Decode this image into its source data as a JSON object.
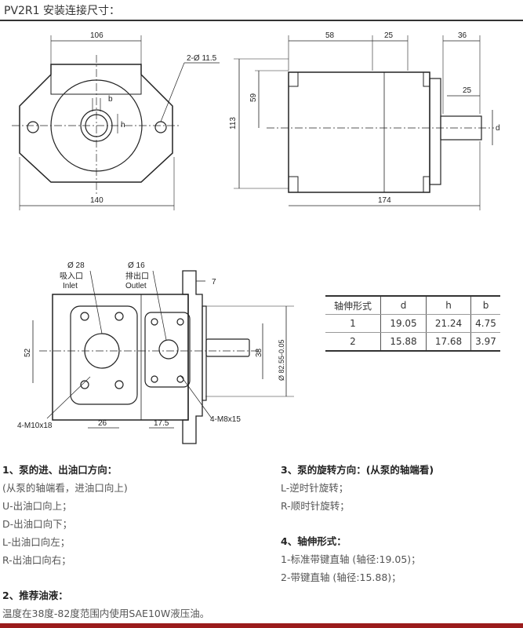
{
  "title": "PV2R1 安装连接尺寸：",
  "front_view": {
    "dim_width_top": "106",
    "dim_width_bottom": "140",
    "holes": "2-Ø 11.5",
    "key_b": "b",
    "key_h": "h"
  },
  "side_view": {
    "dim_58": "58",
    "dim_25": "25",
    "dim_36": "36",
    "dim_59": "59",
    "dim_113": "113",
    "dim_174": "174",
    "dim_shaft_25": "25",
    "dim_d": "d"
  },
  "port_view": {
    "inlet_dia": "Ø 28",
    "inlet_cn": "吸入口",
    "inlet_en": "Inlet",
    "outlet_dia": "Ø 16",
    "outlet_cn": "排出口",
    "outlet_en": "Outlet",
    "dim_7": "7",
    "dim_52": "52",
    "dim_38": "38",
    "dim_pilot": "Ø 82.55-0.05",
    "inlet_thread": "4-M10x18",
    "outlet_thread": "4-M8x15",
    "dim_26": "26",
    "dim_17_5": "17.5"
  },
  "shaft_table": {
    "headers": [
      "轴伸形式",
      "d",
      "h",
      "b"
    ],
    "rows": [
      [
        "1",
        "19.05",
        "21.24",
        "4.75"
      ],
      [
        "2",
        "15.88",
        "17.68",
        "3.97"
      ]
    ]
  },
  "notes": {
    "s1_title": "1、泵的进、出油口方向：",
    "s1_lines": [
      "(从泵的轴端看，进油口向上)",
      "U-出油口向上；",
      "D-出油口向下；",
      "L-出油口向左；",
      "R-出油口向右；"
    ],
    "s2_title": "2、推荐油液：",
    "s2_text": "温度在38度-82度范围内使用SAE10W液压油。",
    "s3_title": "3、泵的旋转方向：(从泵的轴端看)",
    "s3_lines": [
      "L-逆时针旋转；",
      "R-顺时针旋转；"
    ],
    "s4_title": "4、轴伸形式：",
    "s4_lines": [
      "1-标准带键直轴 (轴径:19.05)；",
      "2-带键直轴 (轴径:15.88)；"
    ]
  },
  "colors": {
    "footer_bar": "#9b1c1c",
    "line": "#222222"
  }
}
